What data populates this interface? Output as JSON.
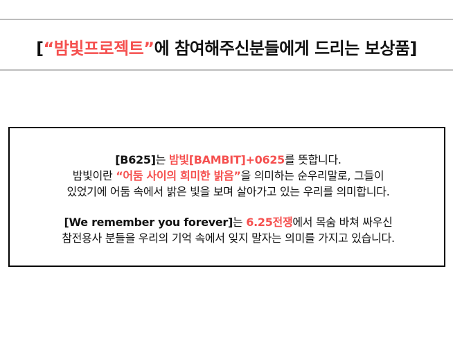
{
  "title": {
    "open": "[",
    "quoted": "“밤빛프로젝트”",
    "rest": "에 참여해주신분들에게 드리는 보상품]"
  },
  "box": {
    "p1": {
      "b625": "[B625]",
      "is": "는 ",
      "meaning": "밤빛[BAMBIT]+0625",
      "tail": "를  뜻합니다."
    },
    "p2": {
      "start": "밤빛이란 ",
      "quote": "“어둠 사이의 희미한 밝음”",
      "end": "을 의미하는 순우리말로, 그들이"
    },
    "p3": "있었기에 어둠 속에서 밝은 빛을 보며 살아가고 있는 우리를 의미합니다.",
    "p4": {
      "phrase": "[We remember you forever]",
      "is": "는 ",
      "war": "6.25전쟁",
      "end": "에서  목숨 바쳐 싸우신"
    },
    "p5": "참전용사 분들을 우리의 기억 속에서 잊지 말자는 의미를 가지고 있습니다."
  },
  "colors": {
    "accent": "#f5504f"
  }
}
